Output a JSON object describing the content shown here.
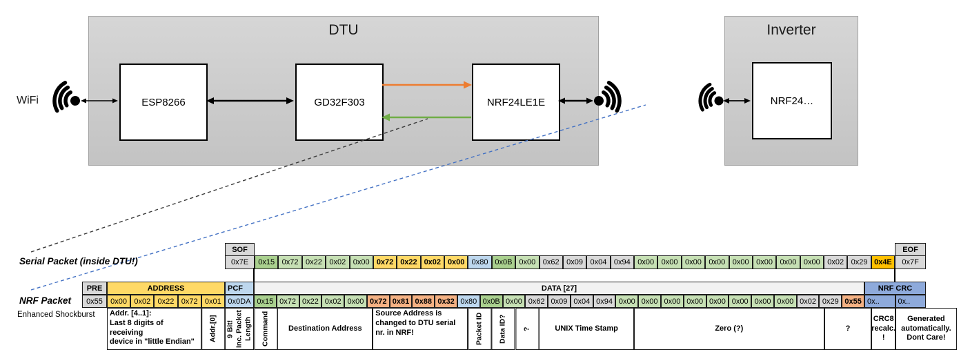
{
  "diagram": {
    "wifi_label": "WiFi",
    "dtu_title": "DTU",
    "dtu_chips": [
      "ESP8266",
      "GD32F303",
      "NRF24LE1E"
    ],
    "inverter_title": "Inverter",
    "inverter_chip": "NRF24…",
    "colors": {
      "orange_arrow": "#ED7D31",
      "green_arrow": "#70AD47",
      "blue_dashed_line": "#4472C4",
      "black_dashed_line": "#3a3a3a"
    }
  },
  "serial_packet": {
    "label": "Serial Packet (inside DTU!)",
    "sof_header": "SOF",
    "sof_value": "0x7E",
    "eof_header": "EOF",
    "eof_value": "0x7F",
    "bytes": [
      {
        "v": "0x15",
        "c": "g2"
      },
      {
        "v": "0x72",
        "c": "g1"
      },
      {
        "v": "0x22",
        "c": "g1"
      },
      {
        "v": "0x02",
        "c": "g1"
      },
      {
        "v": "0x00",
        "c": "g1"
      },
      {
        "v": "0x72",
        "c": "gold",
        "b": true
      },
      {
        "v": "0x22",
        "c": "gold",
        "b": true
      },
      {
        "v": "0x02",
        "c": "gold",
        "b": true
      },
      {
        "v": "0x00",
        "c": "gold",
        "b": true
      },
      {
        "v": "0x80",
        "c": "blue"
      },
      {
        "v": "0x0B",
        "c": "g2"
      },
      {
        "v": "0x00",
        "c": "g1"
      },
      {
        "v": "0x62",
        "c": "gray"
      },
      {
        "v": "0x09",
        "c": "gray"
      },
      {
        "v": "0x04",
        "c": "gray"
      },
      {
        "v": "0x94",
        "c": "gray"
      },
      {
        "v": "0x00",
        "c": "g1"
      },
      {
        "v": "0x00",
        "c": "g1"
      },
      {
        "v": "0x00",
        "c": "g1"
      },
      {
        "v": "0x00",
        "c": "g1"
      },
      {
        "v": "0x00",
        "c": "g1"
      },
      {
        "v": "0x00",
        "c": "g1"
      },
      {
        "v": "0x00",
        "c": "g1"
      },
      {
        "v": "0x00",
        "c": "g1"
      },
      {
        "v": "0x02",
        "c": "gray"
      },
      {
        "v": "0x29",
        "c": "gray"
      },
      {
        "v": "0x4E",
        "c": "goldS",
        "b": true
      }
    ]
  },
  "nrf_packet": {
    "label": "NRF Packet",
    "sublabel": "Enhanced Shockburst",
    "pre_header": "PRE",
    "pre_value": "0x55",
    "address_header": "ADDRESS",
    "address_bytes": [
      "0x00",
      "0x02",
      "0x22",
      "0x72",
      "0x01"
    ],
    "pcf_header": "PCF",
    "pcf_value": "0x0DA",
    "data_header": "DATA [27]",
    "crc_header": "NRF CRC",
    "crc_values": [
      "0x..",
      "0x.."
    ],
    "bytes": [
      {
        "v": "0x15",
        "c": "g2"
      },
      {
        "v": "0x72",
        "c": "g1"
      },
      {
        "v": "0x22",
        "c": "g1"
      },
      {
        "v": "0x02",
        "c": "g1"
      },
      {
        "v": "0x00",
        "c": "g1"
      },
      {
        "v": "0x72",
        "c": "sal",
        "b": true
      },
      {
        "v": "0x81",
        "c": "sal",
        "b": true
      },
      {
        "v": "0x88",
        "c": "sal",
        "b": true
      },
      {
        "v": "0x32",
        "c": "sal",
        "b": true
      },
      {
        "v": "0x80",
        "c": "blue"
      },
      {
        "v": "0x0B",
        "c": "g2"
      },
      {
        "v": "0x00",
        "c": "g1"
      },
      {
        "v": "0x62",
        "c": "gray"
      },
      {
        "v": "0x09",
        "c": "gray"
      },
      {
        "v": "0x04",
        "c": "gray"
      },
      {
        "v": "0x94",
        "c": "gray"
      },
      {
        "v": "0x00",
        "c": "g1"
      },
      {
        "v": "0x00",
        "c": "g1"
      },
      {
        "v": "0x00",
        "c": "g1"
      },
      {
        "v": "0x00",
        "c": "g1"
      },
      {
        "v": "0x00",
        "c": "g1"
      },
      {
        "v": "0x00",
        "c": "g1"
      },
      {
        "v": "0x00",
        "c": "g1"
      },
      {
        "v": "0x00",
        "c": "g1"
      },
      {
        "v": "0x02",
        "c": "gray"
      },
      {
        "v": "0x29",
        "c": "gray"
      },
      {
        "v": "0x55",
        "c": "sal",
        "b": true
      }
    ],
    "annotations": [
      {
        "name": "address-4-1-note",
        "text": "Addr. [4..1]:\nLast 8 digits of receiving\ndevice in \"little Endian\"",
        "region": "addr",
        "cols": 4,
        "style": "left"
      },
      {
        "name": "address-0-note",
        "text": "Addr.[0]",
        "region": "addr",
        "cols": 1,
        "style": "vert"
      },
      {
        "name": "pcf-note",
        "text": "9 Bit!\nInc. Packet\nLength",
        "region": "pcf",
        "cols": 1,
        "style": "vert"
      },
      {
        "name": "command-note",
        "text": "Command",
        "region": "data",
        "cols": 1,
        "style": "vert"
      },
      {
        "name": "destination-address-note",
        "text": "Destination Address",
        "region": "data",
        "cols": 4,
        "style": ""
      },
      {
        "name": "source-address-note",
        "text": "Source Address is\nchanged to DTU serial\nnr. in NRF!",
        "region": "data",
        "cols": 4,
        "style": "left sal"
      },
      {
        "name": "packet-id-note",
        "text": "Packet ID",
        "region": "data",
        "cols": 1,
        "style": "vert"
      },
      {
        "name": "data-id-note",
        "text": "Data ID?",
        "region": "data",
        "cols": 1,
        "style": "vert"
      },
      {
        "name": "unknown-byte-note",
        "text": "?",
        "region": "data",
        "cols": 1,
        "style": "vert"
      },
      {
        "name": "unix-time-stamp-note",
        "text": "UNIX Time Stamp",
        "region": "data",
        "cols": 4,
        "style": ""
      },
      {
        "name": "zero-note",
        "text": "Zero (?)",
        "region": "data",
        "cols": 8,
        "style": ""
      },
      {
        "name": "unknown-tail-note",
        "text": "?",
        "region": "data",
        "cols": 2,
        "style": ""
      },
      {
        "name": "crc8-note",
        "text": "CRC8\nrecalc.\n!",
        "region": "data",
        "cols": 1,
        "style": "sal"
      },
      {
        "name": "nrf-crc-note",
        "text": "Generated\nautomatically.\nDont Care!",
        "region": "crc",
        "cols": 2,
        "style": ""
      }
    ]
  }
}
